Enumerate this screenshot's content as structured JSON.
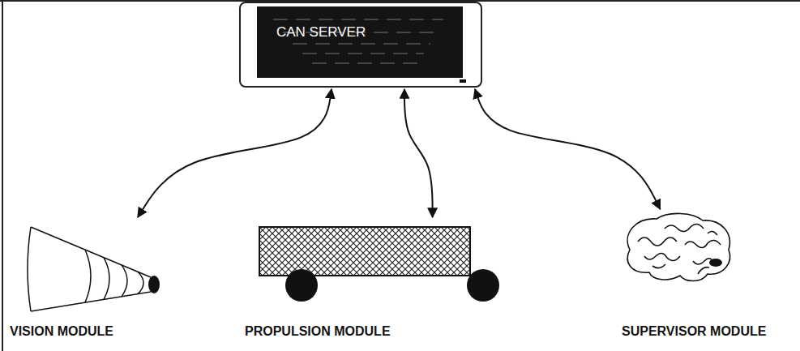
{
  "diagram": {
    "nodes": [
      {
        "text": [
          "CAN SERVER"
        ]
      },
      {
        "text": [
          "VISION MODULE"
        ]
      },
      {
        "text": [
          "PROPULSION MODULE"
        ]
      },
      {
        "text": [
          "SUPERVISOR MODULE"
        ]
      }
    ],
    "edges": [
      {
        "from": 0,
        "to": 1,
        "arrow": "both"
      },
      {
        "from": 0,
        "to": 2,
        "arrow": "both"
      },
      {
        "from": 0,
        "to": 3,
        "arrow": "both"
      }
    ]
  }
}
